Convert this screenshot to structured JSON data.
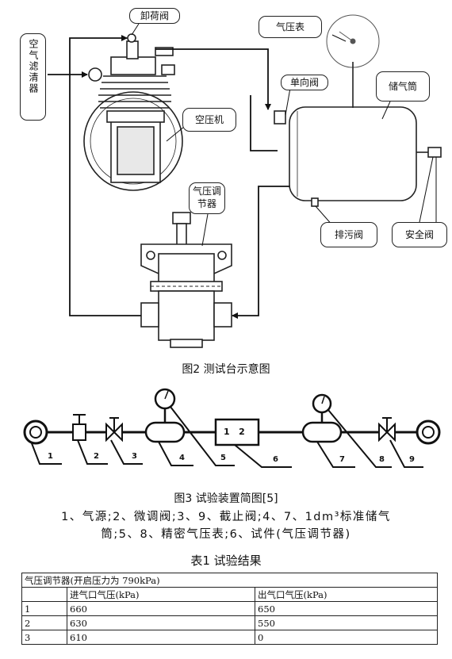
{
  "figure2": {
    "labels": {
      "unloader_valve": "卸荷阀",
      "air_filter": "空气滤清器",
      "pressure_gauge": "气压表",
      "check_valve": "单向阀",
      "air_tank": "储气筒",
      "compressor": "空压机",
      "pressure_regulator": "气压调节器",
      "drain_valve": "排污阀",
      "safety_valve": "安全阀"
    },
    "caption": "图2  测试台示意图"
  },
  "figure3": {
    "box_label": "1   2",
    "part_numbers": [
      "1",
      "2",
      "3",
      "4",
      "5",
      "6",
      "7",
      "8",
      "9"
    ],
    "caption": "图3 试验装置简图[5]",
    "legend_line1": "1、气源;2、微调阀;3、9、截止阀;4、7、1dm³标准储气",
    "legend_line2": "筒;5、8、精密气压表;6、试件(气压调节器)"
  },
  "table1": {
    "title": "表1 试验结果",
    "header_span": "气压调节器(开启压力为 790kPa)",
    "columns": [
      "",
      "进气口气压(kPa)",
      "出气口气压(kPa)"
    ],
    "rows": [
      [
        "1",
        "660",
        "650"
      ],
      [
        "2",
        "630",
        "550"
      ],
      [
        "3",
        "610",
        "0"
      ]
    ]
  }
}
